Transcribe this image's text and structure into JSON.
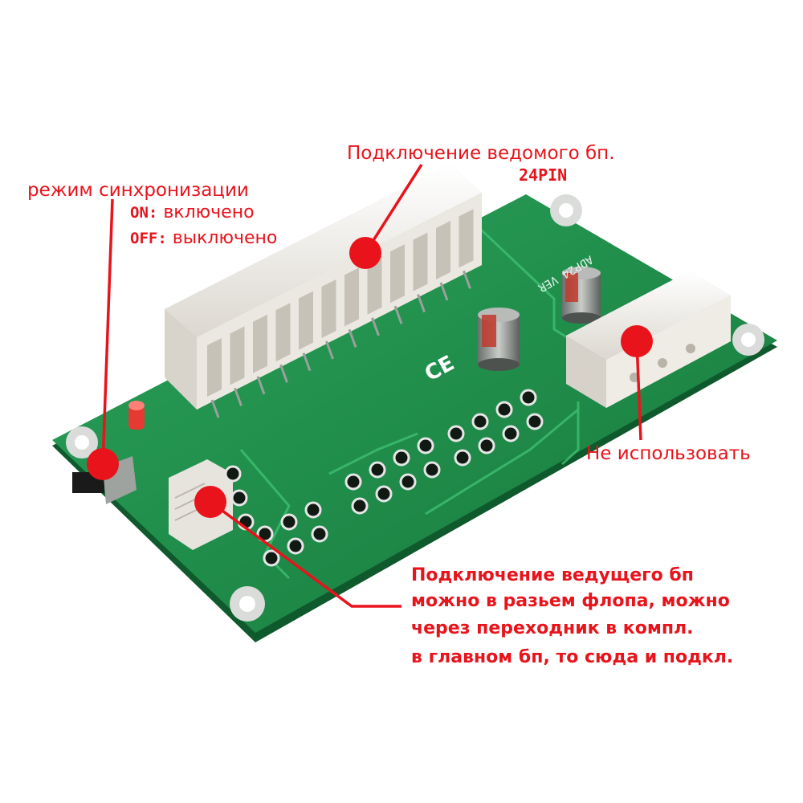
{
  "annotations": {
    "slave_title": "Подключение ведомого бп.",
    "slave_sub": "24PIN",
    "sync_title": "режим синхронизации",
    "sync_on_key": "ON:",
    "sync_on_val": "включено",
    "sync_off_key": "OFF:",
    "sync_off_val": "выключено",
    "unused": "Не использовать",
    "master_lines": [
      "Подключение ведущего бп",
      "можно в разьем флопа, можно",
      "через переходник в компл.",
      "в главном бп, то сюда и подкл."
    ]
  },
  "board": {
    "silkscreen_model": "ADP24 VER",
    "ce_mark": "CE"
  },
  "colors": {
    "annotation_red": "#e8131b",
    "pcb_green": "#1f8c4a",
    "connector_white": "#f4f2ee"
  }
}
